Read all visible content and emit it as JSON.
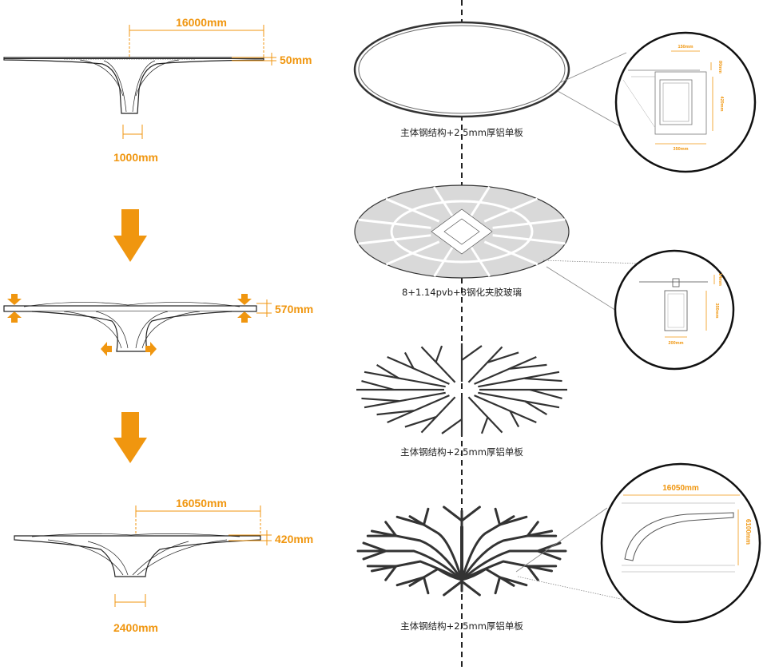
{
  "colors": {
    "accent": "#f0960f",
    "line": "#222222",
    "glass": "#d9d9d9",
    "detail": "#777777"
  },
  "left": {
    "stage1": {
      "width_label": "16000mm",
      "thickness_label": "50mm",
      "base_label": "1000mm"
    },
    "stage2": {
      "thickness_label": "570mm"
    },
    "stage3": {
      "width_label": "16050mm",
      "thickness_label": "420mm",
      "base_label": "2400mm"
    }
  },
  "right": {
    "layer1": {
      "caption": "主体钢结构+2.5mm厚铝单板"
    },
    "layer2": {
      "caption": "8+1.14pvb+8钢化夹胶玻璃"
    },
    "layer3": {
      "caption": "主体钢结构+2.5mm厚铝单板"
    },
    "layer4": {
      "caption": "主体钢结构+2.5mm厚铝单板"
    }
  },
  "details": {
    "d1": {
      "top": "150mm",
      "side_top": "80mm",
      "side": "420mm",
      "bottom": "350mm"
    },
    "d2": {
      "top": "14mm",
      "side": "350mm",
      "bottom": "200mm"
    },
    "d3": {
      "top": "16050mm",
      "side": "6100mm"
    }
  }
}
